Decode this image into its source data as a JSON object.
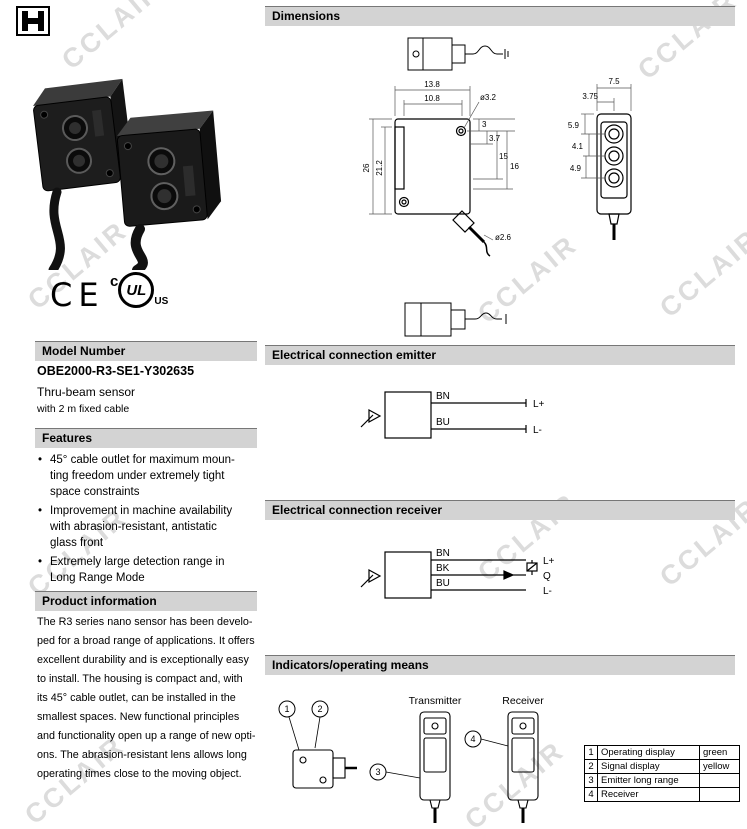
{
  "watermark": {
    "text": "CCLAIR"
  },
  "left": {
    "certifications": {
      "ce": "CE",
      "ul_prefix": "c",
      "ul_letters": "UL",
      "ul_suffix": "US"
    },
    "model": {
      "header": "Model Number",
      "number": "OBE2000-R3-SE1-Y302635",
      "type": "Thru-beam sensor",
      "cable": "with 2 m fixed cable"
    },
    "features": {
      "header": "Features",
      "items": [
        "45° cable outlet for maximum moun-\nting freedom under extremely tight\nspace constraints",
        "Improvement in machine availability\nwith abrasion-resistant, antistatic\nglass front",
        "Extremely large detection range in\nLong Range Mode"
      ]
    },
    "product_information": {
      "header": "Product information",
      "text": "The R3 series nano sensor has been develo-\nped for a broad range of applications. It offers\nexcellent durability and is exceptionally easy\nto install. The housing is compact and, with\nits 45° cable outlet, can be installed in the\nsmallest spaces. New functional principles\nand functionality open up a range of new opti-\nons. The abrasion-resistant lens allows long\noperating times close to the moving object."
    }
  },
  "right": {
    "dimensions": {
      "header": "Dimensions",
      "labels": {
        "w_top": "13.8",
        "w_in": "10.8",
        "hole": "ø3.2",
        "h_out": "26",
        "h_in": "21.2",
        "r3": "3",
        "r37": "3.7",
        "r15": "15",
        "r16": "16",
        "cable": "ø2.6",
        "s_w": "7.5",
        "s_w2": "3.75",
        "s59": "5.9",
        "s41": "4.1",
        "s49": "4.9"
      }
    },
    "emitter": {
      "header": "Electrical connection emitter",
      "wire1_color": "BN",
      "wire1_term": "L+",
      "wire2_color": "BU",
      "wire2_term": "L-"
    },
    "receiver": {
      "header": "Electrical connection receiver",
      "wire1_color": "BN",
      "wire1_term": "L+",
      "wire2_color": "BK",
      "wire2_term": "Q",
      "wire3_color": "BU",
      "wire3_term": "L-"
    },
    "indicators": {
      "header": "Indicators/operating means",
      "transmitter_label": "Transmitter",
      "receiver_label": "Receiver",
      "callouts": [
        "1",
        "2",
        "3",
        "4"
      ],
      "table": [
        {
          "num": "1",
          "desc": "Operating display",
          "value": "green"
        },
        {
          "num": "2",
          "desc": "Signal display",
          "value": "yellow"
        },
        {
          "num": "3",
          "desc": "Emitter long range",
          "value": ""
        },
        {
          "num": "4",
          "desc": "Receiver",
          "value": ""
        }
      ]
    }
  }
}
